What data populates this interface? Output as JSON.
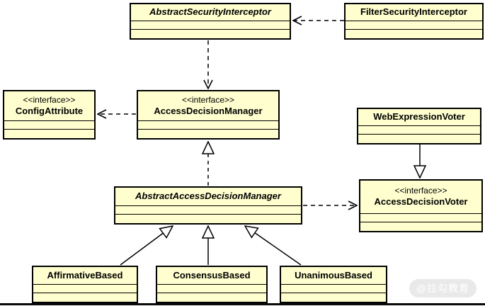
{
  "diagram": {
    "title": "Spring Security access decision UML class diagram",
    "colors": {
      "class_fill": "#fefece",
      "class_border": "#000000",
      "background": "#ffffff",
      "watermark_pill": "#e9e9e9",
      "watermark_text": "#ffffff"
    },
    "classes": [
      {
        "id": "abstract-security-interceptor",
        "stereotype": "",
        "name": "AbstractSecurityInterceptor",
        "abstract": true
      },
      {
        "id": "filter-security-interceptor",
        "stereotype": "",
        "name": "FilterSecurityInterceptor",
        "abstract": false
      },
      {
        "id": "config-attribute",
        "stereotype": "<<interface>>",
        "name": "ConfigAttribute",
        "abstract": false
      },
      {
        "id": "access-decision-manager",
        "stereotype": "<<interface>>",
        "name": "AccessDecisionManager",
        "abstract": false
      },
      {
        "id": "web-expression-voter",
        "stereotype": "",
        "name": "WebExpressionVoter",
        "abstract": false
      },
      {
        "id": "abstract-access-decision-manager",
        "stereotype": "",
        "name": "AbstractAccessDecisionManager",
        "abstract": true
      },
      {
        "id": "access-decision-voter",
        "stereotype": "<<interface>>",
        "name": "AccessDecisionVoter",
        "abstract": false
      },
      {
        "id": "affirmative-based",
        "stereotype": "",
        "name": "AffirmativeBased",
        "abstract": false
      },
      {
        "id": "consensus-based",
        "stereotype": "",
        "name": "ConsensusBased",
        "abstract": false
      },
      {
        "id": "unanimous-based",
        "stereotype": "",
        "name": "UnanimousBased",
        "abstract": false
      }
    ],
    "relationships": [
      {
        "from": "FilterSecurityInterceptor",
        "to": "AbstractSecurityInterceptor",
        "type": "dependency-dashed-open-arrow"
      },
      {
        "from": "AbstractSecurityInterceptor",
        "to": "AccessDecisionManager",
        "type": "dependency-dashed-open-arrow"
      },
      {
        "from": "AccessDecisionManager",
        "to": "ConfigAttribute",
        "type": "dependency-dashed-open-arrow"
      },
      {
        "from": "AbstractAccessDecisionManager",
        "to": "AccessDecisionManager",
        "type": "realization-dashed-hollow-triangle"
      },
      {
        "from": "AbstractAccessDecisionManager",
        "to": "AccessDecisionVoter",
        "type": "dependency-dashed-open-arrow"
      },
      {
        "from": "WebExpressionVoter",
        "to": "AccessDecisionVoter",
        "type": "generalization-solid-hollow-triangle"
      },
      {
        "from": "AffirmativeBased",
        "to": "AbstractAccessDecisionManager",
        "type": "generalization-solid-hollow-triangle"
      },
      {
        "from": "ConsensusBased",
        "to": "AbstractAccessDecisionManager",
        "type": "generalization-solid-hollow-triangle"
      },
      {
        "from": "UnanimousBased",
        "to": "AbstractAccessDecisionManager",
        "type": "generalization-solid-hollow-triangle"
      }
    ],
    "watermark": "@拉勾教育"
  }
}
